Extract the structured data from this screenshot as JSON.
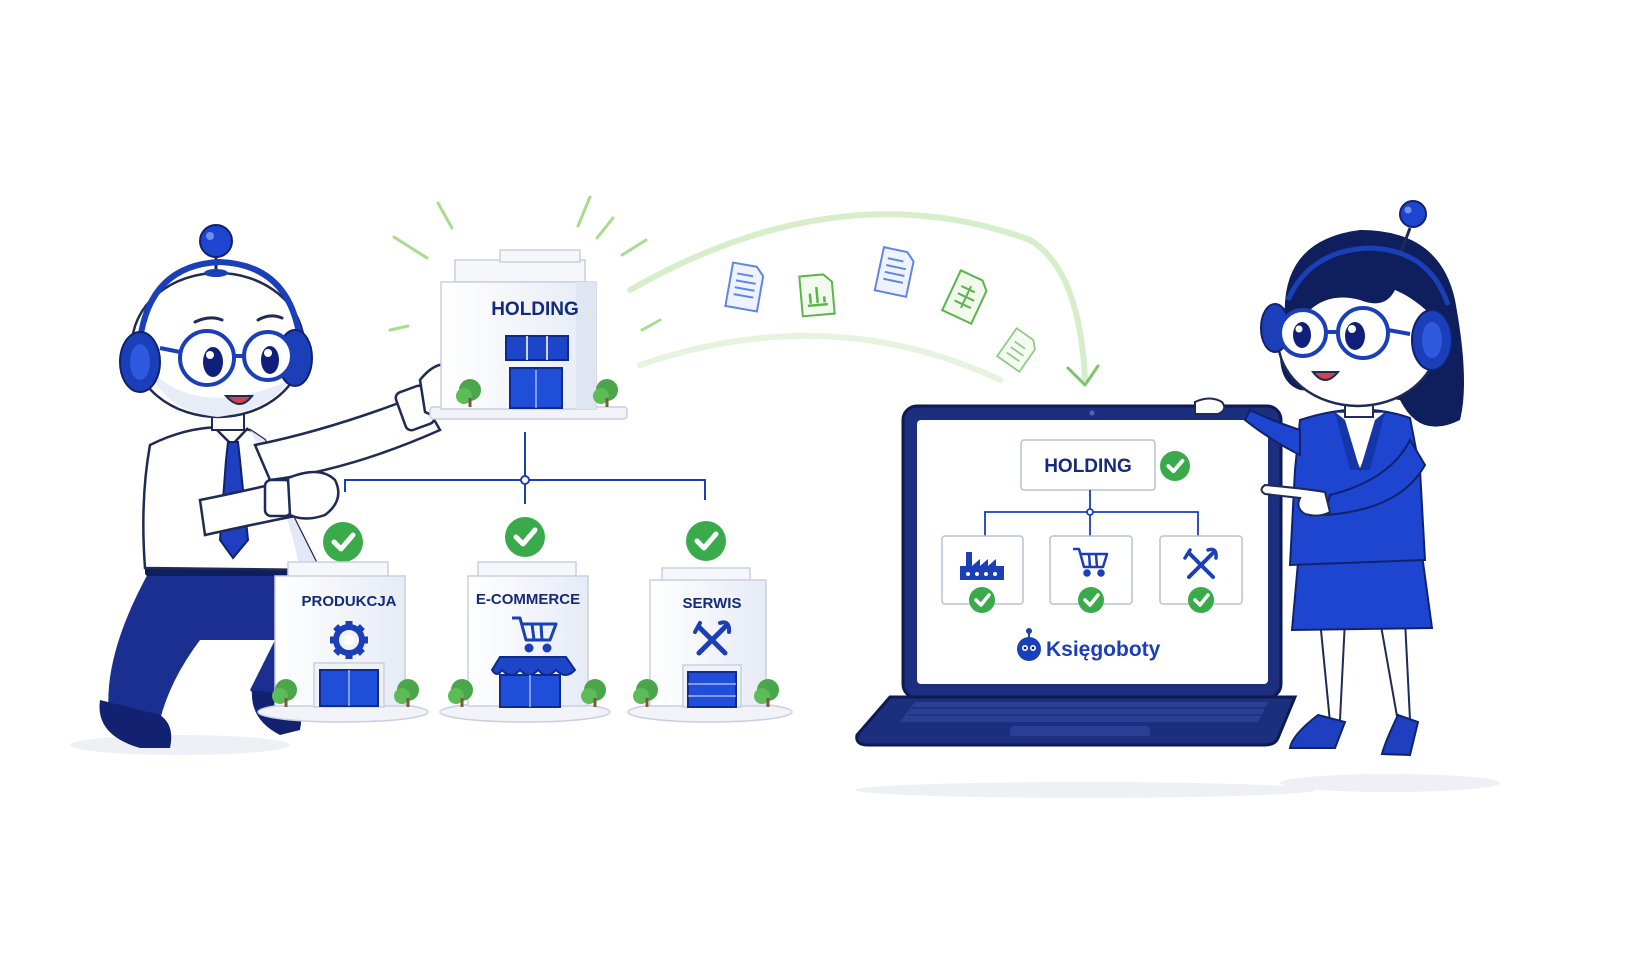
{
  "illustration": {
    "holding_label": "HOLDING",
    "subsidiaries": [
      {
        "label": "PRODUKCJA",
        "icon": "gear-icon"
      },
      {
        "label": "E-COMMERCE",
        "icon": "cart-icon"
      },
      {
        "label": "SERWIS",
        "icon": "tools-icon"
      }
    ],
    "documents": [
      "document-icon",
      "spreadsheet-icon",
      "document-icon",
      "spreadsheet-icon",
      "spreadsheet-icon"
    ]
  },
  "laptop": {
    "holding_label": "HOLDING",
    "brand_name": "Księgoboty",
    "subsidiary_icons": [
      "factory-icon",
      "cart-icon",
      "tools-icon"
    ]
  },
  "colors": {
    "brand_blue": "#1a3fb8",
    "navy": "#15266b",
    "check_green": "#3aab4a",
    "trail_green": "#bfe3b0"
  }
}
